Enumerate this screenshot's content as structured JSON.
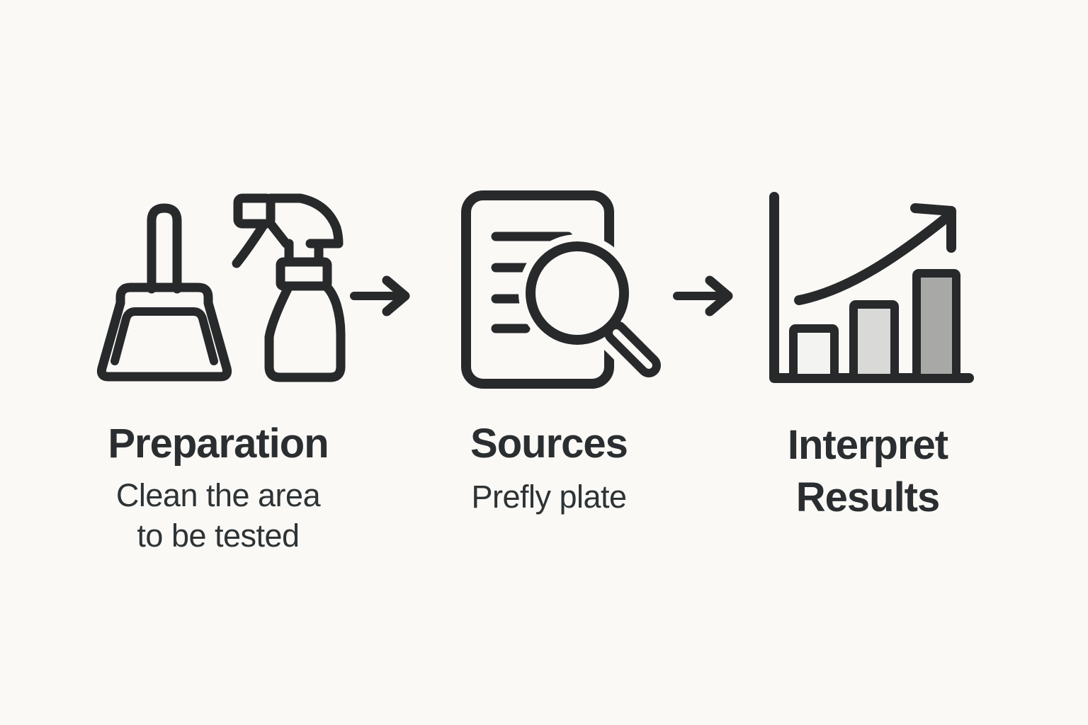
{
  "diagram": {
    "type": "process-flow",
    "direction": "left-to-right",
    "step_count": 3
  },
  "palette": {
    "background": "#faf9f6",
    "ink": "#27292b",
    "title_color": "#2a2e30",
    "subtitle_color": "#2e3335",
    "bar_fill_low": "#f3f3f1",
    "bar_fill_mid": "#d9d9d7",
    "bar_fill_high": "#a8a8a7"
  },
  "steps": [
    {
      "id": "preparation",
      "title": "Preparation",
      "subtitle_lines": [
        "Clean the area",
        "to be tested"
      ],
      "icons": [
        "dustpan-icon",
        "spray-bottle-icon"
      ]
    },
    {
      "id": "sources",
      "title": "Sources",
      "subtitle_lines": [
        "Prefly plate"
      ],
      "icons": [
        "document-magnifier-icon"
      ]
    },
    {
      "id": "interpret-results",
      "title_lines": [
        "Interpret",
        "Results"
      ],
      "subtitle_lines": [],
      "icons": [
        "bar-chart-growth-icon"
      ]
    }
  ],
  "connectors": [
    {
      "id": "arrow-1",
      "glyph": "right-arrow",
      "from": "preparation",
      "to": "sources"
    },
    {
      "id": "arrow-2",
      "glyph": "right-arrow",
      "from": "sources",
      "to": "interpret-results"
    }
  ]
}
